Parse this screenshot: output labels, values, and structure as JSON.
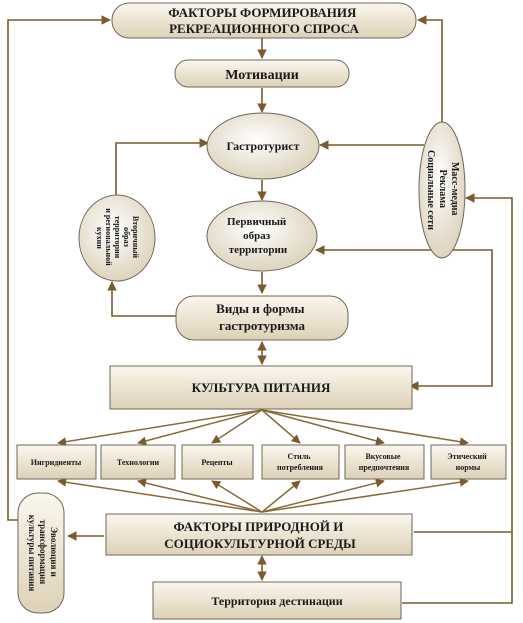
{
  "colors": {
    "box_fill_light": "#f7f1e3",
    "box_fill_dark": "#d9ccb0",
    "box_stroke": "#6f6658",
    "arrow": "#7a5a2e"
  },
  "nodes": {
    "title": [
      "ФАКТОРЫ ФОРМИРОВАНИЯ",
      "РЕКРЕАЦИОННОГО СПРОСА"
    ],
    "motivation": "Мотивации",
    "gastrotourist": "Гастротурист",
    "media": [
      "Масс-медиа",
      "Реклама",
      "Социальные сети"
    ],
    "primary_image": [
      "Первичный",
      "образ",
      "территории"
    ],
    "secondary_image": [
      "Вторичный",
      "образ",
      "территории",
      "и региональной",
      "кухни"
    ],
    "types_forms": [
      "Виды и формы",
      "гастротуризма"
    ],
    "food_culture": "КУЛЬТУРА ПИТАНИЯ",
    "components": [
      [
        "Ингридиенты"
      ],
      [
        "Технологии"
      ],
      [
        "Рецепты"
      ],
      [
        "Стиль",
        "потребления"
      ],
      [
        "Вкусовые",
        "предпочтения"
      ],
      [
        "Этический",
        "нормы"
      ]
    ],
    "evolution": [
      "Эволюция и",
      "трансформация",
      "культуры питания"
    ],
    "environment_factors": [
      "ФАКТОРЫ ПРИРОДНОЙ И",
      "СОЦИОКУЛЬТУРНОЙ СРЕДЫ"
    ],
    "destination": "Территория дестинации"
  }
}
